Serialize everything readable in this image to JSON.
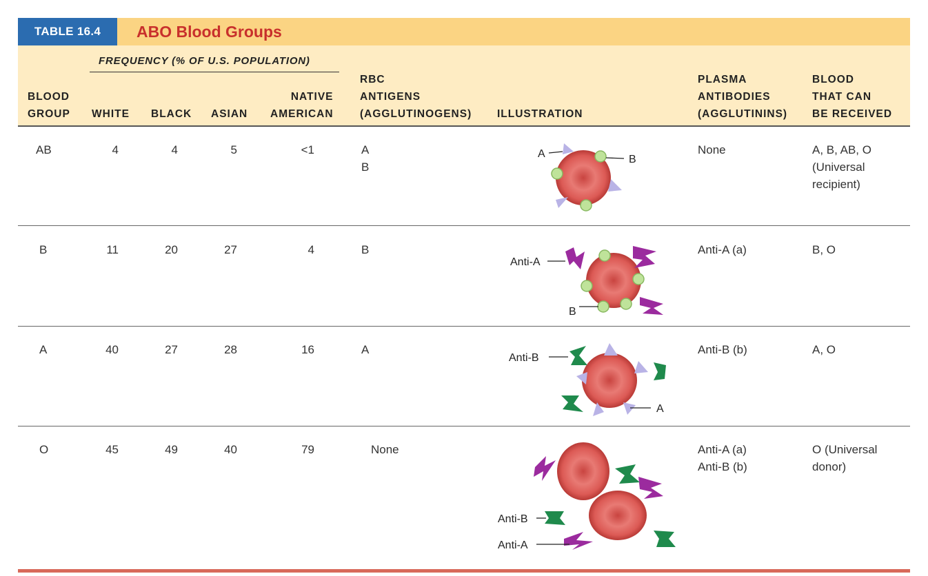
{
  "table": {
    "tag": "TABLE 16.4",
    "title": "ABO Blood Groups",
    "frequency_group_header": "FREQUENCY (% OF U.S. POPULATION)",
    "headers": {
      "blood_group": [
        "BLOOD",
        "GROUP"
      ],
      "white": "WHITE",
      "black": "BLACK",
      "asian": "ASIAN",
      "native_american": [
        "NATIVE",
        "AMERICAN"
      ],
      "rbc_antigens": [
        "RBC",
        "ANTIGENS",
        "(AGGLUTINOGENS)"
      ],
      "illustration": "ILLUSTRATION",
      "plasma_antibodies": [
        "PLASMA",
        "ANTIBODIES",
        "(AGGLUTININS)"
      ],
      "blood_received": [
        "BLOOD",
        "THAT CAN",
        "BE RECEIVED"
      ]
    },
    "rows": [
      {
        "group": "AB",
        "white": "4",
        "black": "4",
        "asian": "5",
        "native": "<1",
        "antigens": [
          "A",
          "B"
        ],
        "illustration_labels": [
          "A",
          "B"
        ],
        "antibodies": [
          "None"
        ],
        "received": [
          "A, B, AB, O",
          "(Universal",
          "recipient)"
        ]
      },
      {
        "group": "B",
        "white": "11",
        "black": "20",
        "asian": "27",
        "native": "4",
        "antigens": [
          "B"
        ],
        "illustration_labels": [
          "Anti-A",
          "B"
        ],
        "antibodies": [
          "Anti-A (a)"
        ],
        "received": [
          "B, O"
        ]
      },
      {
        "group": "A",
        "white": "40",
        "black": "27",
        "asian": "28",
        "native": "16",
        "antigens": [
          "A"
        ],
        "illustration_labels": [
          "Anti-B",
          "A"
        ],
        "antibodies": [
          "Anti-B (b)"
        ],
        "received": [
          "A, O"
        ]
      },
      {
        "group": "O",
        "white": "45",
        "black": "49",
        "asian": "40",
        "native": "79",
        "antigens": [
          "None"
        ],
        "illustration_labels": [
          "Anti-B",
          "Anti-A"
        ],
        "antibodies": [
          "Anti-A (a)",
          "Anti-B (b)"
        ],
        "received": [
          "O (Universal",
          "donor)"
        ]
      }
    ]
  },
  "colors": {
    "tag_blue": "#2b6cb0",
    "title_red": "#c8302c",
    "title_band": "#fbd483",
    "header_band": "#feecc3",
    "rbc": "#d9534f",
    "antigen_a": "#b9b3e6",
    "antigen_b": "#bfe39a",
    "anti_a": "#9b2b9e",
    "anti_b": "#1f8a4c",
    "bottom_rule": "#d8695a"
  }
}
